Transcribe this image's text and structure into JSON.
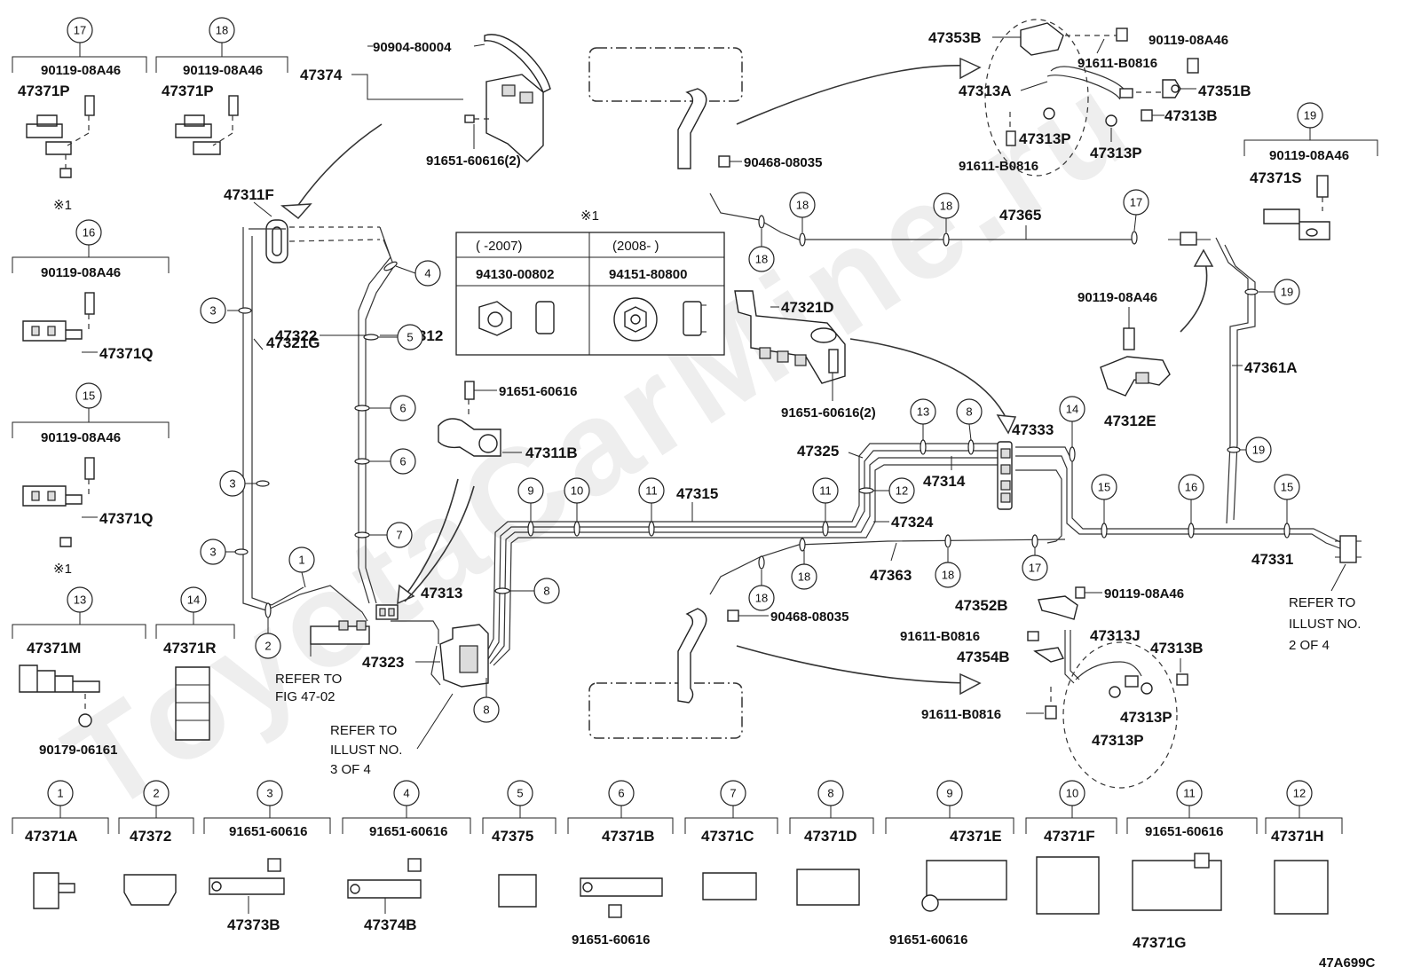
{
  "diagram": {
    "watermark": "ToyotaCarMine.ru",
    "illustration_code": "47A699C",
    "reference_notes": {
      "fig_47_02": [
        "REFER TO",
        "FIG 47-02"
      ],
      "illust_3_of_4": [
        "REFER TO",
        "ILLUST NO.",
        "3 OF 4"
      ],
      "illust_2_of_4": [
        "REFER TO",
        "ILLUST NO.",
        "2 OF 4"
      ]
    },
    "note_marker": "※1",
    "note_table": {
      "marker": "※1",
      "headers": [
        "(      -2007)",
        "(2008-      )"
      ],
      "values": [
        "94130-00802",
        "94151-80800"
      ]
    },
    "main_parts": {
      "p47374": "47374",
      "p90904_80004": "90904-80004",
      "p91651_60616_2a": "91651-60616(2)",
      "p47311F": "47311F",
      "p47321G": "47321G",
      "p47322": "47322",
      "p47312": "47312",
      "p91651_60616_a": "91651-60616",
      "p47311B": "47311B",
      "p47313": "47313",
      "p47323": "47323",
      "p47315": "47315",
      "p47324": "47324",
      "p47314": "47314",
      "p47325": "47325",
      "p47333": "47333",
      "p47321D": "47321D",
      "p91651_60616_2b": "91651-60616(2)",
      "p47363": "47363",
      "p47365": "47365",
      "p47361A": "47361A",
      "p47331": "47331",
      "p90119_08A46_a": "90119-08A46",
      "p47312E": "47312E",
      "p90468_08035_a": "90468-08035",
      "p90468_08035_b": "90468-08035",
      "p47353B": "47353B",
      "p91611_B0816_a": "91611-B0816",
      "p90119_08A46_b": "90119-08A46",
      "p47313A": "47313A",
      "p47351B": "47351B",
      "p47313B_a": "47313B",
      "p47313P_a": "47313P",
      "p47313P_b": "47313P",
      "p91611_B0816_b": "91611-B0816",
      "p47352B": "47352B",
      "p90119_08A46_c": "90119-08A46",
      "p91611_B0816_c": "91611-B0816",
      "p47313J": "47313J",
      "p47354B": "47354B",
      "p47313B_b": "47313B",
      "p47313P_c": "47313P",
      "p47313P_d": "47313P",
      "p91611_B0816_d": "91611-B0816"
    },
    "left_legend": [
      {
        "num": "17",
        "bolt": "90119-08A46",
        "part": "47371P"
      },
      {
        "num": "18",
        "bolt": "90119-08A46",
        "part": "47371P"
      },
      {
        "num": "16",
        "bolt": "90119-08A46",
        "part": "47371Q"
      },
      {
        "num": "15",
        "bolt": "90119-08A46",
        "part": "47371Q"
      },
      {
        "num": "13",
        "part": "47371M",
        "nut": "90179-06161"
      },
      {
        "num": "14",
        "part": "47371R"
      },
      {
        "num": "19",
        "bolt": "90119-08A46",
        "part": "47371S"
      }
    ],
    "bottom_legend": [
      {
        "num": "1",
        "part": "47371A"
      },
      {
        "num": "2",
        "part": "47372"
      },
      {
        "num": "3",
        "bolt": "91651-60616",
        "part": "47373B"
      },
      {
        "num": "4",
        "bolt": "91651-60616",
        "part": "47374B"
      },
      {
        "num": "5",
        "part": "47375"
      },
      {
        "num": "6",
        "part": "47371B",
        "bolt": "91651-60616"
      },
      {
        "num": "7",
        "part": "47371C"
      },
      {
        "num": "8",
        "part": "47371D"
      },
      {
        "num": "9",
        "part": "47371E",
        "bolt": "91651-60616"
      },
      {
        "num": "10",
        "part": "47371F"
      },
      {
        "num": "11",
        "bolt": "91651-60616",
        "part": "47371G"
      },
      {
        "num": "12",
        "part": "47371H"
      }
    ],
    "callouts": [
      "1",
      "2",
      "3",
      "4",
      "5",
      "6",
      "7",
      "8",
      "9",
      "10",
      "11",
      "12",
      "13",
      "14",
      "15",
      "16",
      "17",
      "18",
      "19"
    ]
  }
}
